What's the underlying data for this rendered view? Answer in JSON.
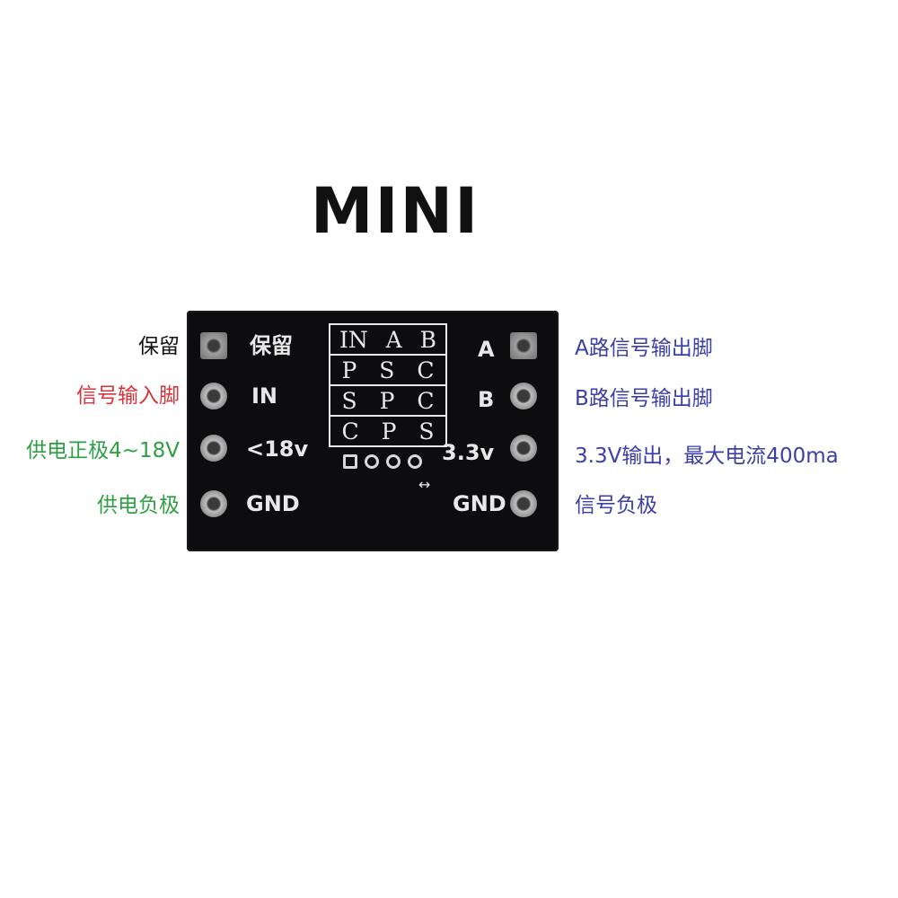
{
  "title": "MINI",
  "colors": {
    "black": "#111111",
    "red": "#d6333b",
    "green": "#2ea043",
    "blue": "#3b3fa6",
    "board": "#0d0d10",
    "silkscreen": "#e8e8e8"
  },
  "left_labels": [
    {
      "text": "保留",
      "color": "#111111"
    },
    {
      "text": "信号输入脚",
      "color": "#d6333b"
    },
    {
      "text": "供电正极4~18V",
      "color": "#2ea043"
    },
    {
      "text": "供电负极",
      "color": "#2ea043"
    }
  ],
  "right_labels": [
    {
      "text": "A路信号输出脚",
      "color": "#3b3fa6"
    },
    {
      "text": "B路信号输出脚",
      "color": "#3b3fa6"
    },
    {
      "text": "3.3V输出，最大电流400ma",
      "color": "#3b3fa6"
    },
    {
      "text": "信号负极",
      "color": "#3b3fa6"
    }
  ],
  "board": {
    "left_silk": [
      "保留",
      "IN",
      "<18v",
      "GND"
    ],
    "right_silk": [
      "A",
      "B",
      "3.3v",
      "GND"
    ],
    "mode_table": [
      [
        "IN",
        "A",
        "B"
      ],
      [
        "P",
        "S",
        "C"
      ],
      [
        "S",
        "P",
        "C"
      ],
      [
        "C",
        "P",
        "S"
      ]
    ],
    "arrow": "↔"
  }
}
